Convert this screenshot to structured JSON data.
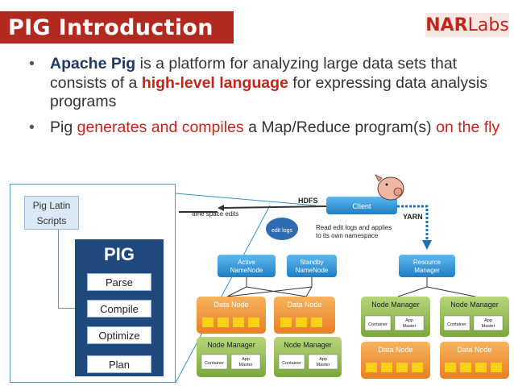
{
  "title": "PIG Introduction",
  "logo": {
    "text": "NARLabs"
  },
  "bullets": {
    "b1": {
      "t1": "Apache Pig",
      "t2": " is a platform for analyzing large data sets that consists of a ",
      "t3": "high-level language",
      "t4": " for expressing data analysis programs"
    },
    "b2": {
      "t1": "Pig ",
      "t2": "generates and compiles",
      "t3": " a Map/Reduce program(s) ",
      "t4": "on the fly"
    }
  },
  "panel": {
    "pig_latin": [
      "Pig Latin",
      "Scripts"
    ],
    "pig_title": "PIG",
    "steps": [
      "Parse",
      "Compile",
      "Optimize",
      "Plan"
    ]
  },
  "diagram": {
    "hdfs": "HDFS",
    "client": "Client",
    "yarn": "YARN",
    "edit_logs_note": "Read edit logs and applies to its own namespace",
    "name_space_edits": "ame space edits",
    "edit_logs": "edit logs",
    "active_namenode": [
      "Active",
      "NameNode"
    ],
    "standby_namenode": [
      "Standby",
      "NameNode"
    ],
    "resource_manager": [
      "Resource",
      "Manager"
    ],
    "data_node": "Data Node",
    "node_manager": "Node Manager",
    "container": "Container",
    "app_master": [
      "App",
      "Master"
    ]
  },
  "colors": {
    "title_bg": "#b22a1f",
    "accent_red": "#c0261b",
    "navy": "#1f3864",
    "pig_box": "#1f497d",
    "arch_blue": "#3a9ad9",
    "orange": "#f19a3b",
    "green": "#8fb84a",
    "yellow": "#f7d117"
  }
}
